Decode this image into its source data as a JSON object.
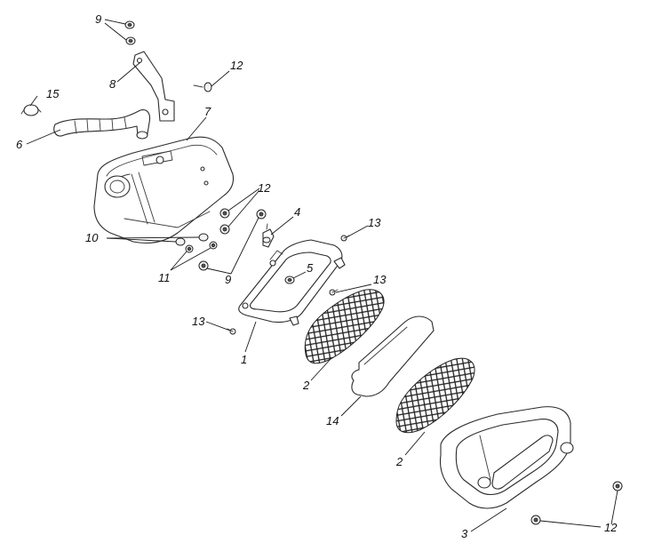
{
  "callouts": {
    "c1": "1",
    "c2a": "2",
    "c2b": "2",
    "c3": "3",
    "c4": "4",
    "c5": "5",
    "c6": "6",
    "c7": "7",
    "c8": "8",
    "c9a": "9",
    "c9b": "9",
    "c10": "10",
    "c11": "11",
    "c12a": "12",
    "c12b": "12",
    "c12c": "12",
    "c13a": "13",
    "c13b": "13",
    "c13c": "13",
    "c14": "14",
    "c15": "15"
  },
  "colors": {
    "line": "#2b2b2b",
    "background": "#ffffff"
  }
}
